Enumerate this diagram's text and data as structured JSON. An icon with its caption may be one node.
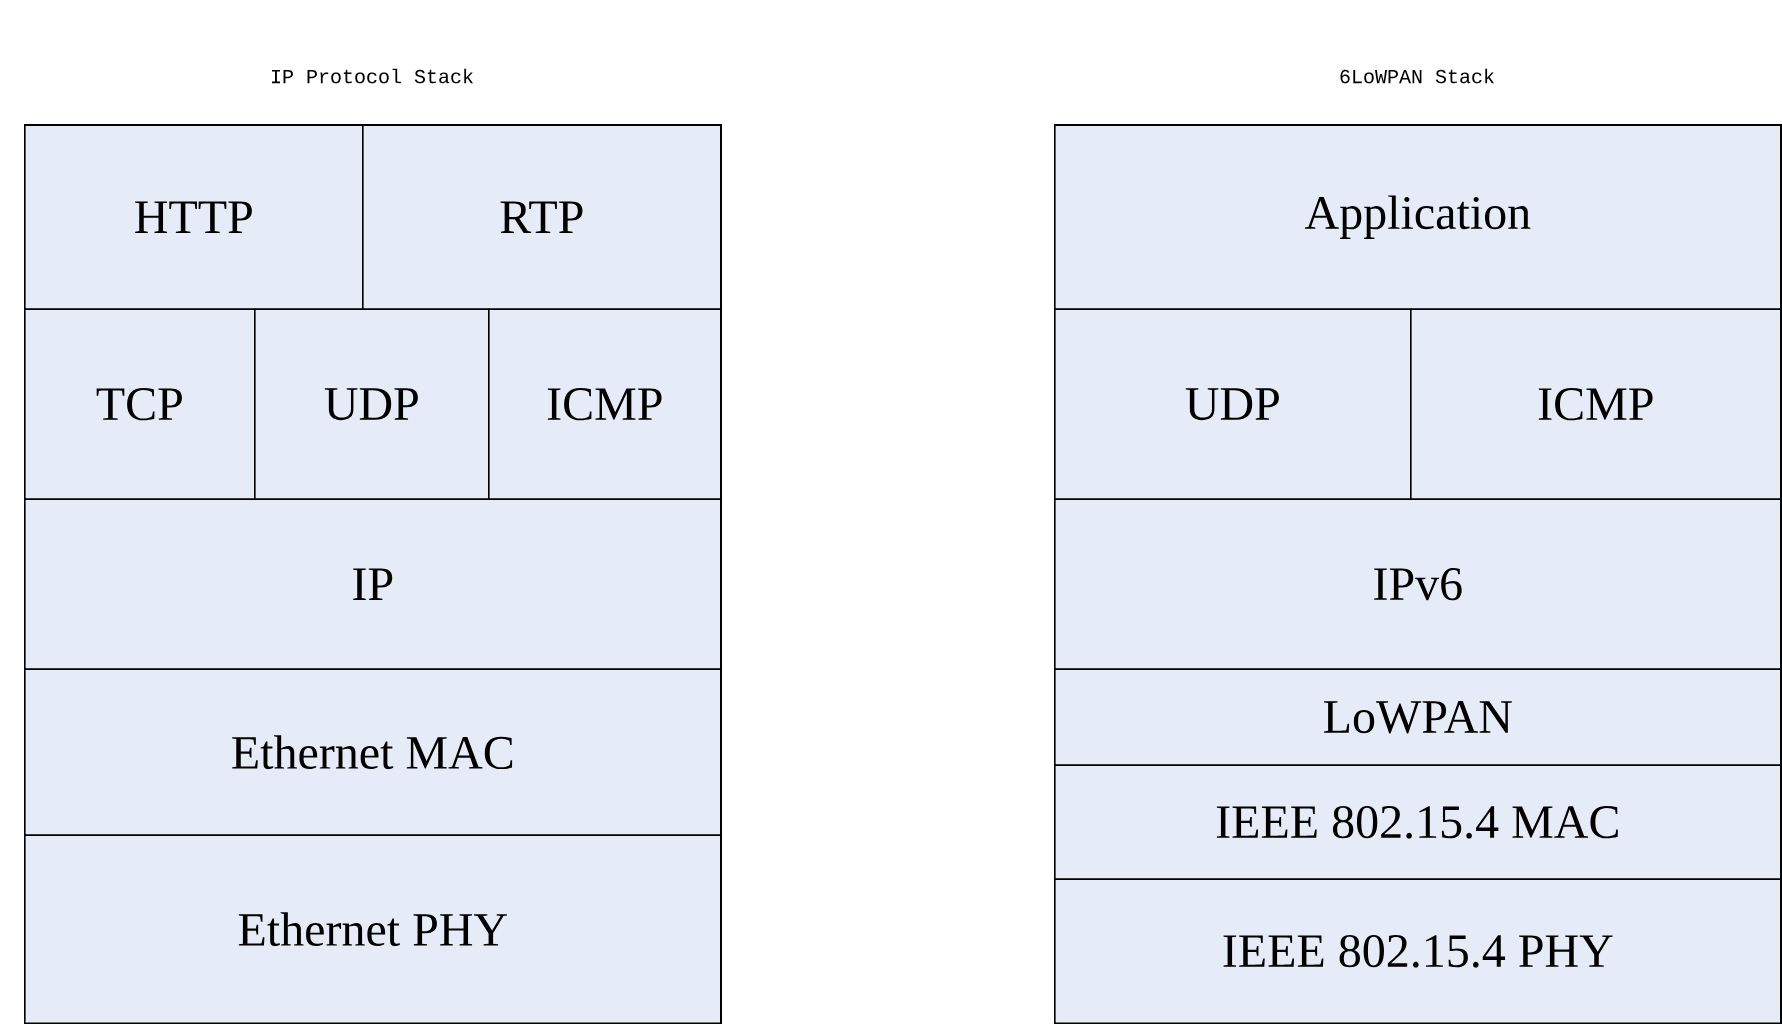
{
  "diagram": {
    "nodes": [
      {
        "text": [
          "IP Protocol Stack"
        ]
      },
      {
        "text": [
          "HTTP"
        ],
        "in": 0
      },
      {
        "text": [
          "RTP"
        ],
        "in": 0
      },
      {
        "text": [
          "TCP"
        ],
        "in": 0
      },
      {
        "text": [
          "UDP"
        ],
        "in": 0
      },
      {
        "text": [
          "ICMP"
        ],
        "in": 0
      },
      {
        "text": [
          "IP"
        ],
        "in": 0
      },
      {
        "text": [
          "Ethernet MAC"
        ],
        "in": 0
      },
      {
        "text": [
          "Ethernet PHY"
        ],
        "in": 0
      },
      {
        "text": [
          "6LoWPAN Stack"
        ]
      },
      {
        "text": [
          "Application"
        ],
        "in": 9
      },
      {
        "text": [
          "UDP"
        ],
        "in": 9
      },
      {
        "text": [
          "ICMP"
        ],
        "in": 9
      },
      {
        "text": [
          "IPv6"
        ],
        "in": 9
      },
      {
        "text": [
          "LoWPAN"
        ],
        "in": 9
      },
      {
        "text": [
          "IEEE 802.15.4 MAC"
        ],
        "in": 9
      },
      {
        "text": [
          "IEEE 802.15.4 PHY"
        ],
        "in": 9
      }
    ]
  }
}
